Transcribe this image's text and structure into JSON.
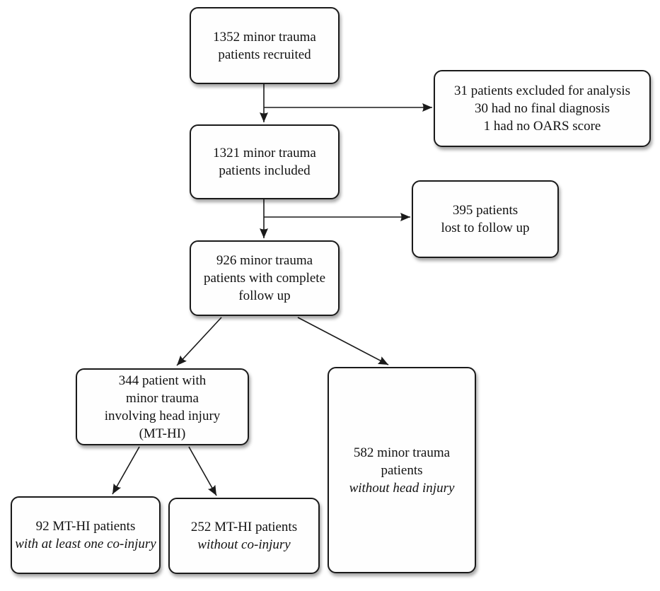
{
  "figure": {
    "type": "flowchart",
    "background_color": "#ffffff",
    "box_fill_color": "#fefefe",
    "box_border_color": "#1a1a1a",
    "text_color": "#121212",
    "arrow_color": "#1a1a1a"
  },
  "boxes": [
    {
      "id": "recruited",
      "lines": [
        "1352 minor trauma",
        "patients recruited"
      ]
    },
    {
      "id": "excluded",
      "lines": [
        "31 patients excluded for analysis",
        "30 had no final diagnosis",
        "1 had no OARS score"
      ]
    },
    {
      "id": "included",
      "lines": [
        "1321 minor trauma",
        "patients included"
      ]
    },
    {
      "id": "lost-follow-up",
      "lines": [
        "395 patients",
        "lost to follow up"
      ]
    },
    {
      "id": "complete-follow-up",
      "lines": [
        "926 minor trauma",
        "patients with complete",
        "follow up"
      ]
    },
    {
      "id": "mt-hi",
      "lines": [
        "344 patient with",
        "minor trauma",
        "involving head injury",
        "(MT-HI)"
      ]
    },
    {
      "id": "without-head-injury",
      "lines": [
        "582 minor trauma",
        "patients",
        "without head injury"
      ]
    },
    {
      "id": "with-co-injury",
      "lines": [
        "92 MT-HI patients",
        "with at least one co-injury"
      ]
    },
    {
      "id": "without-co-injury",
      "lines": [
        "252 MT-HI patients",
        "without co-injury"
      ]
    }
  ],
  "edges": [
    {
      "from": "recruited",
      "to": "included"
    },
    {
      "from": "recruited",
      "to": "excluded"
    },
    {
      "from": "included",
      "to": "complete-follow-up"
    },
    {
      "from": "included",
      "to": "lost-follow-up"
    },
    {
      "from": "complete-follow-up",
      "to": "mt-hi"
    },
    {
      "from": "complete-follow-up",
      "to": "without-head-injury"
    },
    {
      "from": "mt-hi",
      "to": "with-co-injury"
    },
    {
      "from": "mt-hi",
      "to": "without-co-injury"
    }
  ]
}
